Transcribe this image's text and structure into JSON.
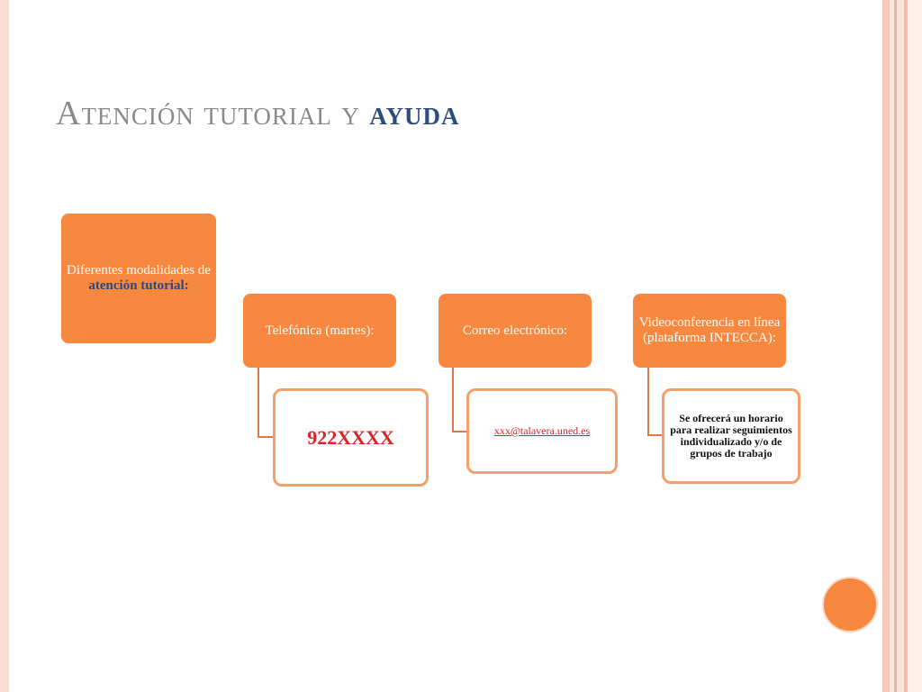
{
  "slide": {
    "title_part1": "Atención tutorial y",
    "title_part2": "ayuda",
    "main_box": {
      "line1": "Diferentes modalidades de",
      "line2": "atención tutorial:"
    },
    "branches": [
      {
        "label": "Telefónica (martes):",
        "child": "922XXXX"
      },
      {
        "label": "Correo electrónico:",
        "child": "xxx@talavera.uned.es"
      },
      {
        "label": "Videoconferencia en línea (plataforma INTECCA):",
        "child": "Se ofrecerá un horario para realizar seguimientos individualizado y/o de  grupos de trabajo"
      }
    ]
  },
  "colors": {
    "accent_orange": "#f7883f",
    "title_gray": "#8a8a8a",
    "title_blue": "#2f4d7c",
    "phone_red": "#d8252a"
  }
}
